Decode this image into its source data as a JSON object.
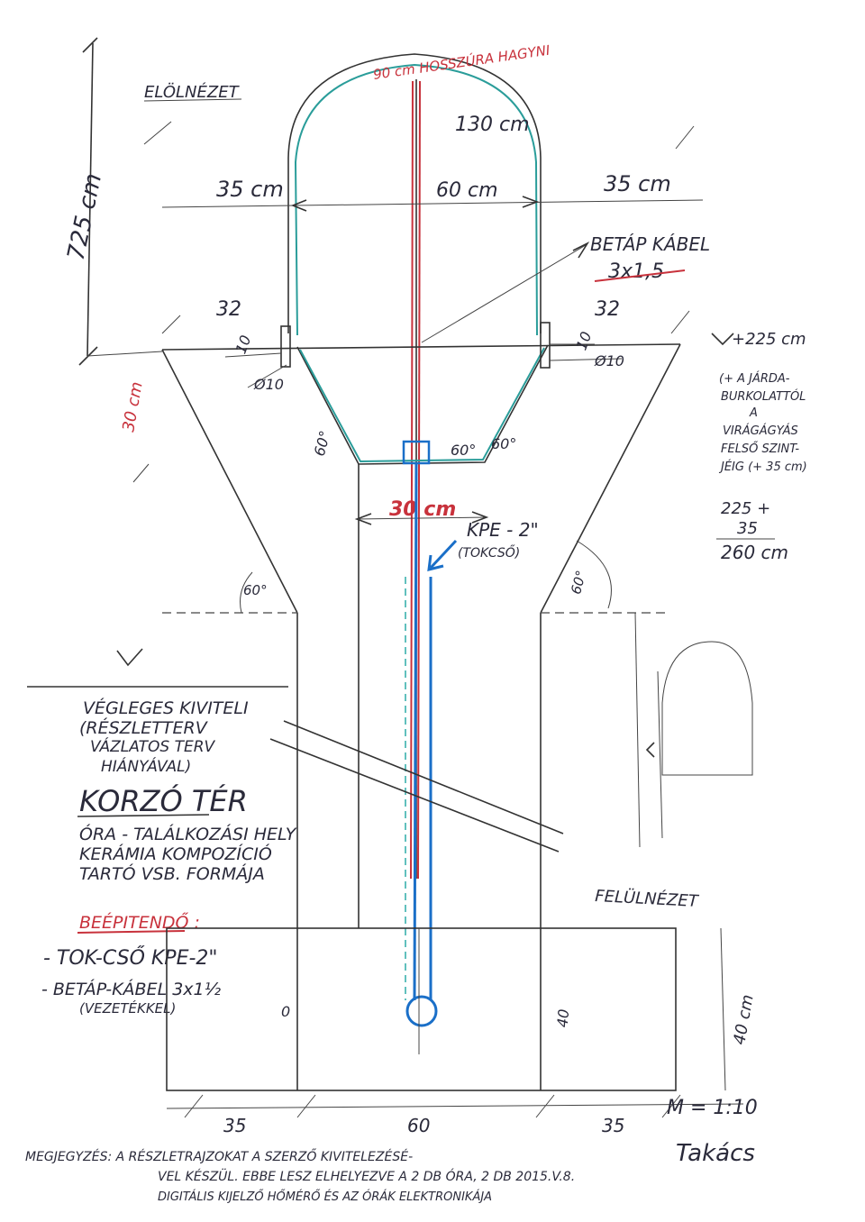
{
  "views": {
    "front_title": "ELÖLNÉZET",
    "top_title": "FELÜLNÉZET"
  },
  "dimensions": {
    "total_height": "725 cm",
    "arch_label": "90 cm HOSSZÚRA HAGYNI",
    "pole_height": "130 cm",
    "left_width": "35 cm",
    "center_width": "60 cm",
    "right_width": "35 cm",
    "left_32": "32",
    "right_32": "32",
    "ten_left": "10",
    "ten_right": "10",
    "phi_left": "Ø10",
    "phi_right": "Ø10",
    "thirty_cm": "30 cm",
    "angle_60_a": "60°",
    "angle_60_b": "60°",
    "angle_60_c": "60°",
    "angle_60_d": "60°",
    "angle_60_e": "60°",
    "mid_30": "30 cm",
    "bottom_35_left": "35",
    "bottom_60": "60",
    "bottom_35_right": "35",
    "forty_cm": "40 cm",
    "forty_inner": "40",
    "zero": "0",
    "scale": "M = 1:10"
  },
  "notes": {
    "cable": "BETÁP KÁBEL",
    "cable_size": "3x1,5",
    "kpe": "KPE - 2\"",
    "kpe_sub": "(TOKCSŐ)",
    "level_main": "+225 cm",
    "level_note_1": "(+ A JÁRDA-",
    "level_note_2": "BURKOLATTÓL",
    "level_note_3": "A",
    "level_note_4": "VIRÁGÁGYÁS",
    "level_note_5": "FELSŐ SZINT-",
    "level_note_6": "JÉIG (+ 35 cm)",
    "calc_1": "225 +",
    "calc_2": "35",
    "calc_3": "260 cm"
  },
  "left_text": {
    "final_1": "VÉGLEGES KIVITELI",
    "final_2": "(RÉSZLETTERV",
    "final_3": "VÁZLATOS TERV",
    "final_4": "HIÁNYÁVAL)",
    "title": "KORZÓ TÉR",
    "sub_1": "ÓRA - TALÁLKOZÁSI HELY",
    "sub_2": "KERÁMIA KOMPOZÍCIÓ",
    "sub_3": "TARTÓ VSB. FORMÁJA",
    "install_title": "BEÉPITENDŐ :",
    "install_1": "- TOK-CSŐ KPE-2\"",
    "install_2": "- BETÁP-KÁBEL 3x1½",
    "install_3": "(VEZETÉKKEL)"
  },
  "footer": {
    "line_1": "MEGJEGYZÉS: A RÉSZLETRAJZOKAT A SZERZŐ KIVITELEZÉSÉ-",
    "line_2": "VEL KÉSZÜL. EBBE LESZ ELHELYEZVE A 2 DB ÓRA, 2 DB 2015.V.8.",
    "line_3": "DIGITÁLIS KIJELZŐ HŐMÉRŐ ÉS AZ ÓRÁK ELEKTRONIKÁJA",
    "signature": "Takács"
  },
  "colors": {
    "ink": "#2a2a3a",
    "red": "#c8323c",
    "teal": "#2a9d9a",
    "blue": "#1a6fc8"
  }
}
